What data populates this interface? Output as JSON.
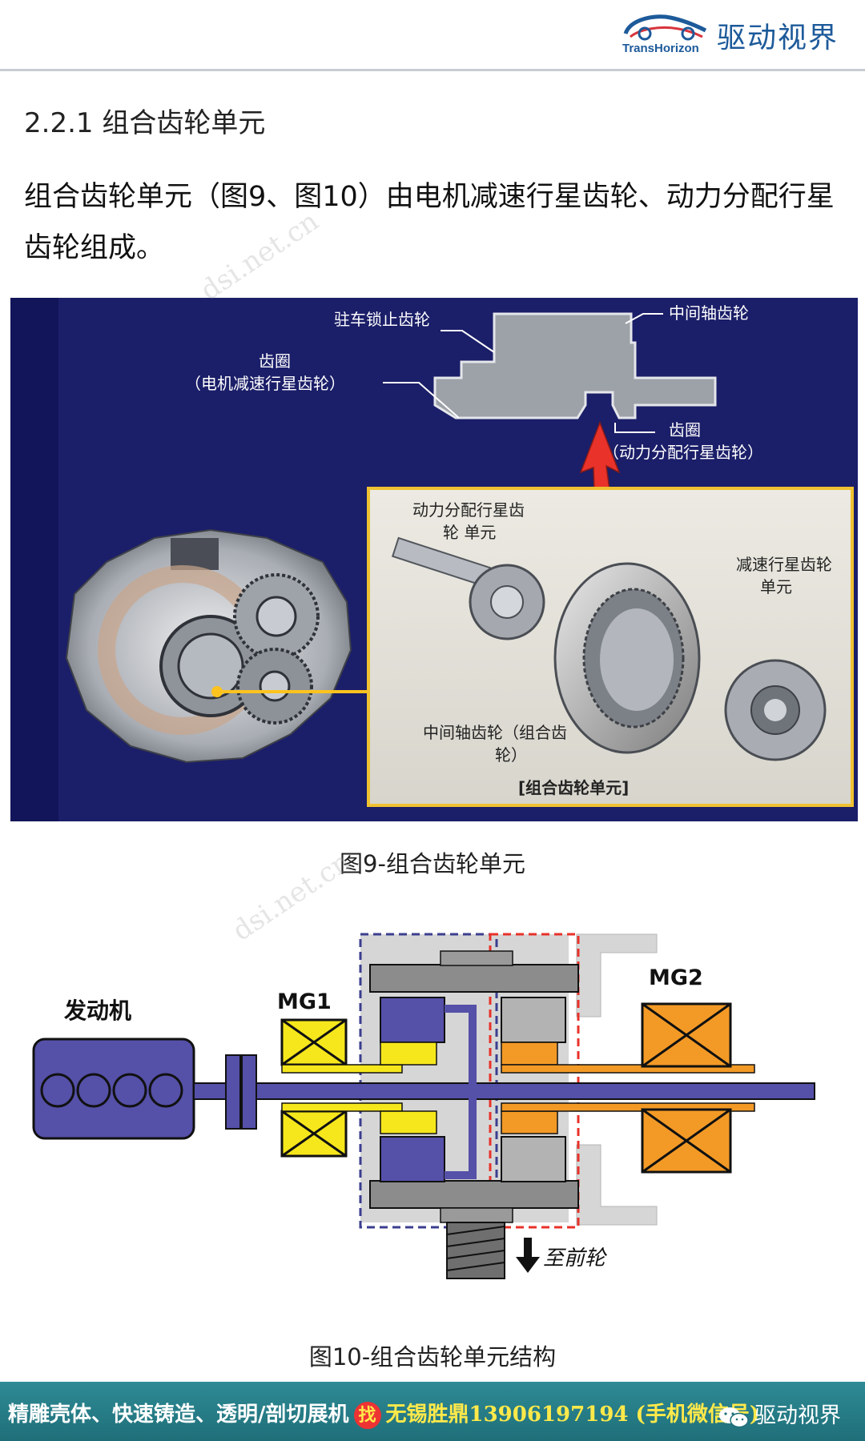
{
  "header": {
    "logo_sub": "TransHorizon",
    "logo_name": "驱动视界"
  },
  "section_title": "2.2.1 组合齿轮单元",
  "intro_text": "组合齿轮单元（图9、图10）由电机减速行星齿轮、动力分配行星齿轮组成。",
  "figure9": {
    "labels": {
      "parking_gear": "驻车锁止齿轮",
      "counter_gear_top": "中间轴齿轮",
      "ring_gear_left": "齿圈",
      "ring_gear_left_sub": "（电机减速行星齿轮）",
      "ring_gear_right": "齿圈",
      "ring_gear_right_sub": "（动力分配行星齿轮）",
      "power_split_unit_1": "动力分配行星齿",
      "power_split_unit_2": "轮  单元",
      "reduction_unit_1": "减速行星齿轮",
      "reduction_unit_2": "单元",
      "counter_gear_bottom_1": "中间轴齿轮（组合齿",
      "counter_gear_bottom_2": "轮）",
      "unit_title": "[组合齿轮单元]"
    },
    "caption": "图9-组合齿轮单元"
  },
  "figure10": {
    "labels": {
      "engine": "发动机",
      "mg1": "MG1",
      "mg2": "MG2",
      "to_front_wheel": "至前轮"
    },
    "caption": "图10-组合齿轮单元结构"
  },
  "watermark": "dsi.net.cn",
  "footer": {
    "ad_text": "精雕壳体、快速铸造、透明/剖切展机",
    "find_badge": "找",
    "contact": "无锡胜鼎13906197194 (手机微信号)",
    "brand": "驱动视界"
  },
  "colors": {
    "header_text": "#1d5a9a",
    "figure_bg": "#1b1e68",
    "mg1_yellow": "#f5e71c",
    "mg2_orange": "#f39a26",
    "shaft_blue": "#5550a8",
    "footer_bg": "#2e8a95"
  }
}
